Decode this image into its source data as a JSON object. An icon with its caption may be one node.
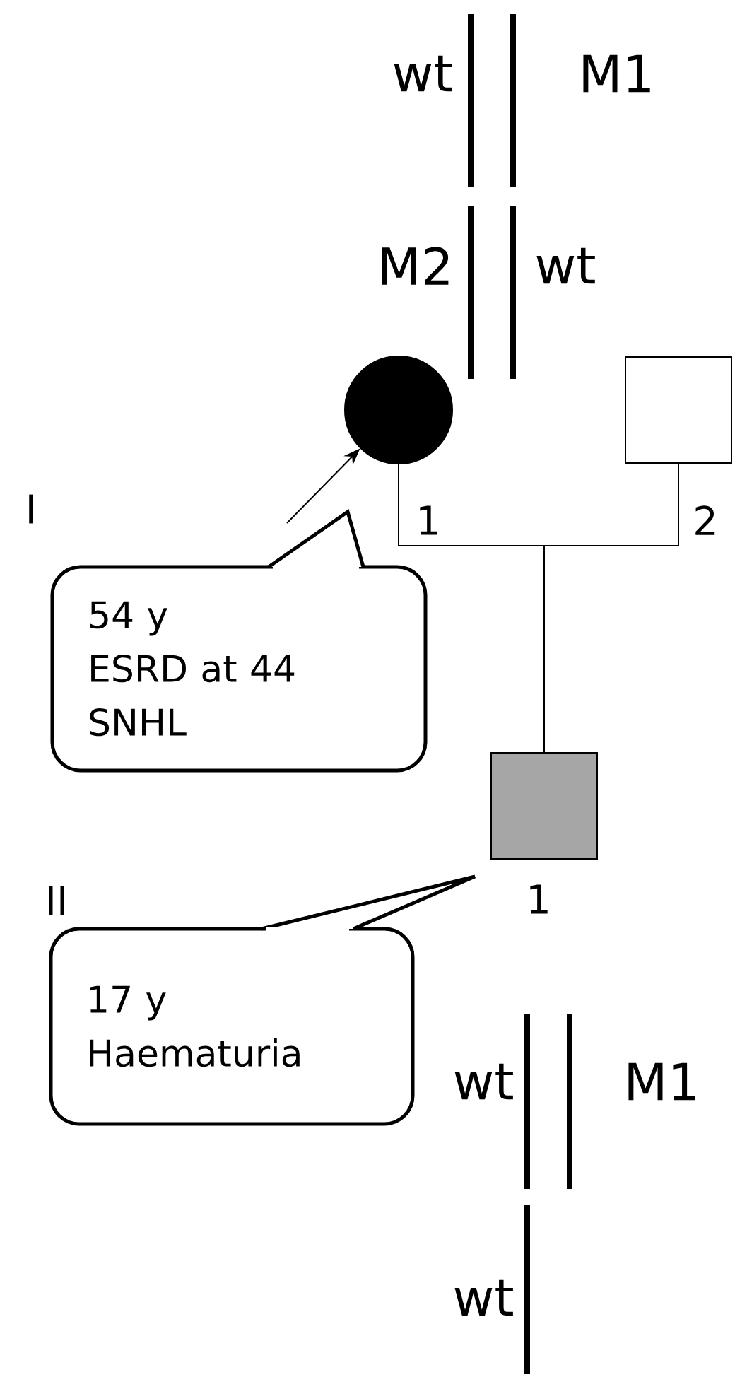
{
  "diagram": {
    "nodes": [
      {
        "text": [],
        "shape": "circle",
        "beside": [
          "1"
        ]
      },
      {
        "text": [],
        "shape": "box",
        "beside": [
          "2"
        ]
      },
      {
        "text": [],
        "shape": "box",
        "beside": [
          "1"
        ]
      },
      {
        "text": [
          "54 y",
          "ESRD at 44",
          "SNHL"
        ]
      },
      {
        "text": [
          "17 y",
          "Haematuria"
        ]
      }
    ],
    "edges": [
      {
        "from": 0,
        "to": 1,
        "arrow": "none"
      },
      {
        "from": 0,
        "to": 2,
        "arrow": "none"
      },
      {
        "from": 1,
        "to": 2,
        "arrow": "none"
      },
      {
        "from": 3,
        "to": 0,
        "arrow": "to"
      }
    ],
    "labels": [
      "wt",
      "M1",
      "M2",
      "wt",
      "I",
      "II",
      "wt",
      "M1",
      "wt"
    ]
  }
}
